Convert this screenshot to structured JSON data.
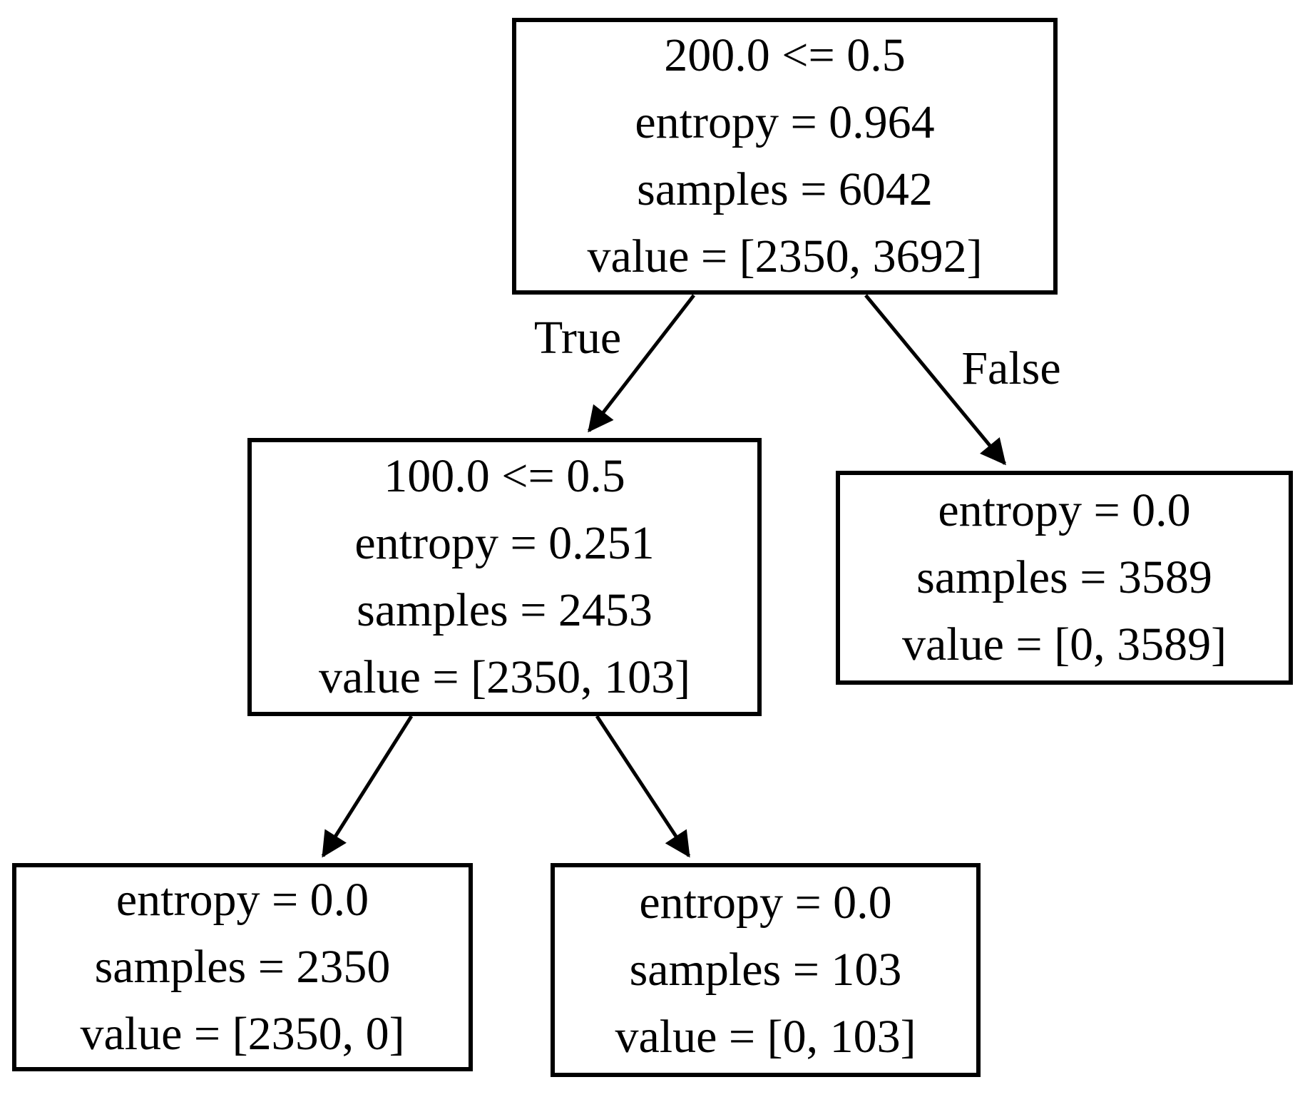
{
  "diagram": {
    "type": "decision-tree",
    "background_color": "#ffffff",
    "line_color": "#000000",
    "text_color": "#000000",
    "nodes": {
      "root": {
        "lines": [
          "200.0 <= 0.5",
          "entropy = 0.964",
          "samples = 6042",
          "value = [2350, 3692]"
        ]
      },
      "left_split": {
        "lines": [
          "100.0 <= 0.5",
          "entropy = 0.251",
          "samples = 2453",
          "value = [2350, 103]"
        ]
      },
      "right_leaf": {
        "lines": [
          "entropy = 0.0",
          "samples = 3589",
          "value = [0, 3589]"
        ]
      },
      "left_left_leaf": {
        "lines": [
          "entropy = 0.0",
          "samples = 2350",
          "value = [2350, 0]"
        ]
      },
      "left_right_leaf": {
        "lines": [
          "entropy = 0.0",
          "samples = 103",
          "value = [0, 103]"
        ]
      }
    },
    "edge_labels": {
      "true_label": "True",
      "false_label": "False"
    }
  }
}
